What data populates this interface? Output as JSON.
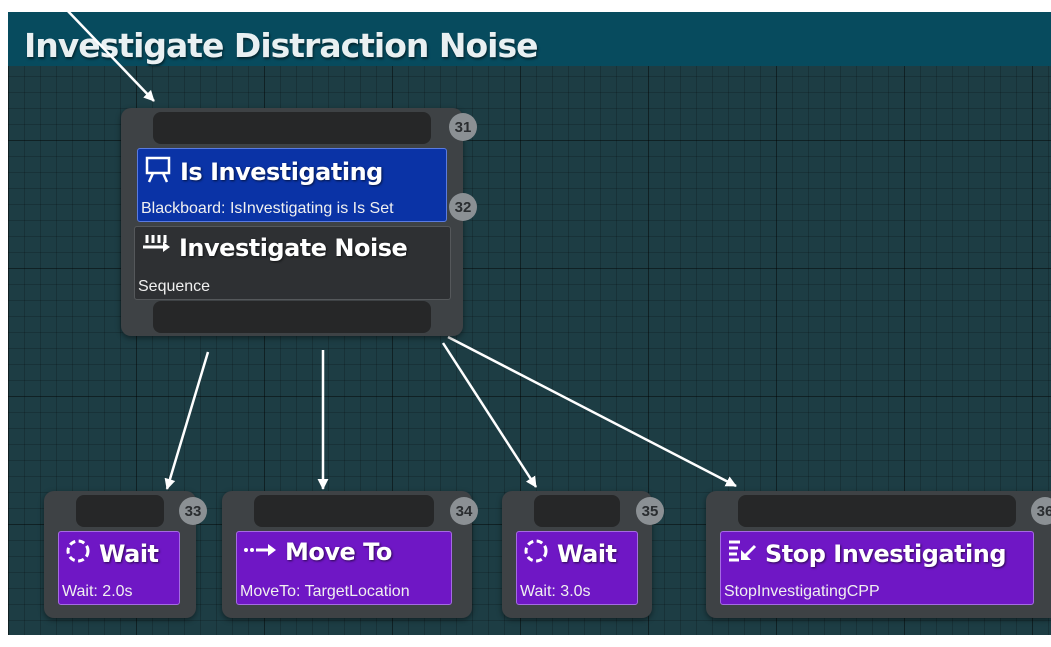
{
  "graph_title": "Investigate Distraction Noise",
  "colors": {
    "background": "#1d3d44",
    "title_bar": "#074b5e",
    "task_node": "#6f17c5",
    "decorator_node": "#0a33a6",
    "composite_node": "#2e3033",
    "wire": "#ffffff"
  },
  "nodes": {
    "parent": {
      "index": "31",
      "decorator": {
        "index": "32",
        "title": "Is Investigating",
        "subtitle": "Blackboard: IsInvestigating is Is Set",
        "icon": "blackboard-easel-icon"
      },
      "composite": {
        "title": "Investigate Noise",
        "subtitle": "Sequence",
        "icon": "sequence-icon"
      }
    },
    "children": [
      {
        "index": "33",
        "title": "Wait",
        "subtitle": "Wait: 2.0s",
        "icon": "wait-icon"
      },
      {
        "index": "34",
        "title": "Move To",
        "subtitle": "MoveTo: TargetLocation",
        "icon": "move-to-icon"
      },
      {
        "index": "35",
        "title": "Wait",
        "subtitle": "Wait: 3.0s",
        "icon": "wait-icon"
      },
      {
        "index": "36",
        "title": "Stop Investigating",
        "subtitle": "StopInvestigatingCPP",
        "icon": "stop-task-icon"
      }
    ]
  }
}
